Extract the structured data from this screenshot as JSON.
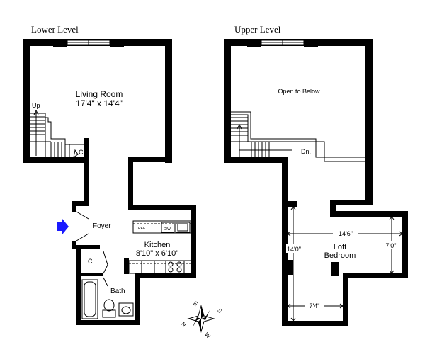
{
  "lower": {
    "heading": "Lower Level",
    "living_room": {
      "name": "Living Room",
      "dims": "17'4\" x 14'4\""
    },
    "up": "Up",
    "closet1": "Cl.",
    "foyer": "Foyer",
    "kitchen": {
      "name": "Kitchen",
      "dims": "8'10\" x 6'10\""
    },
    "closet2": "Cl.",
    "bath": "Bath",
    "appliances": {
      "refrigerator": "REF",
      "dishwasher": "D/W"
    }
  },
  "upper": {
    "heading": "Upper Level",
    "open_to_below": "Open to Below",
    "down": "Dn.",
    "loft": {
      "line1": "Loft",
      "line2": "Bedroom"
    },
    "dims": {
      "width": "14'6\"",
      "height_left": "14'0\"",
      "height_right": "7'0\"",
      "bottom": "7'4\""
    }
  },
  "compass": {
    "n": "N",
    "e": "E",
    "s": "S",
    "w": "W"
  },
  "colors": {
    "wall": "#000000",
    "entry_arrow": "#1a1aff",
    "background": "#ffffff"
  }
}
